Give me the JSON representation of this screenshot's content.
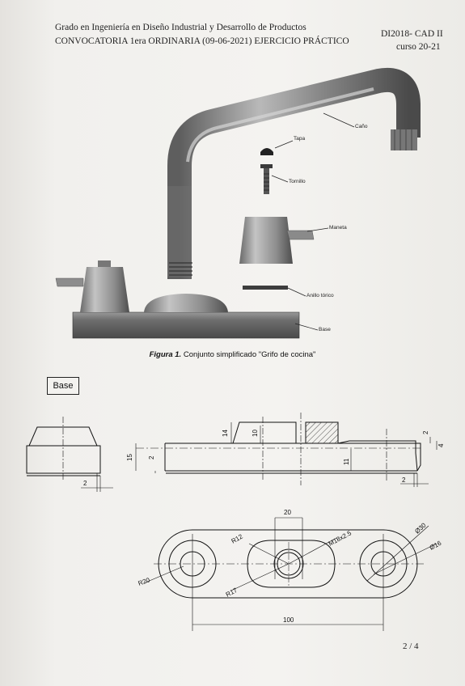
{
  "header": {
    "line1": "Grado en Ingeniería en Diseño Industrial y Desarrollo de Productos",
    "line2": "CONVOCATORIA 1era ORDINARIA (09-06-2021) EJERCICIO PRÁCTICO",
    "code": "DI2018- CAD II",
    "course": "curso 20-21"
  },
  "assembly_labels": {
    "canon": "Caño",
    "tapa": "Tapa",
    "tornillo": "Tornillo",
    "maneta": "Maneta",
    "anillo": "Anillo tórico",
    "base": "Base"
  },
  "figure_caption": {
    "prefix": "Figura 1.",
    "text": " Conjunto simplificado \"Grifo de cocina\""
  },
  "part_title": "Base",
  "dimensions": {
    "d_2_left": "2",
    "d_14": "14",
    "d_10": "10",
    "d_15": "15",
    "d_2_mid": "2",
    "d_11": "11",
    "d_2_right_top": "2",
    "d_4": "4",
    "d_2_right_bottom": "2",
    "d_20": "20",
    "d_r12": "R12",
    "d_m18": "M18x2.5",
    "d_phi30": "Ø30",
    "d_phi16": "Ø16",
    "d_r20": "R20",
    "d_r17": "R17",
    "d_100": "100"
  },
  "page_number": "2 / 4"
}
